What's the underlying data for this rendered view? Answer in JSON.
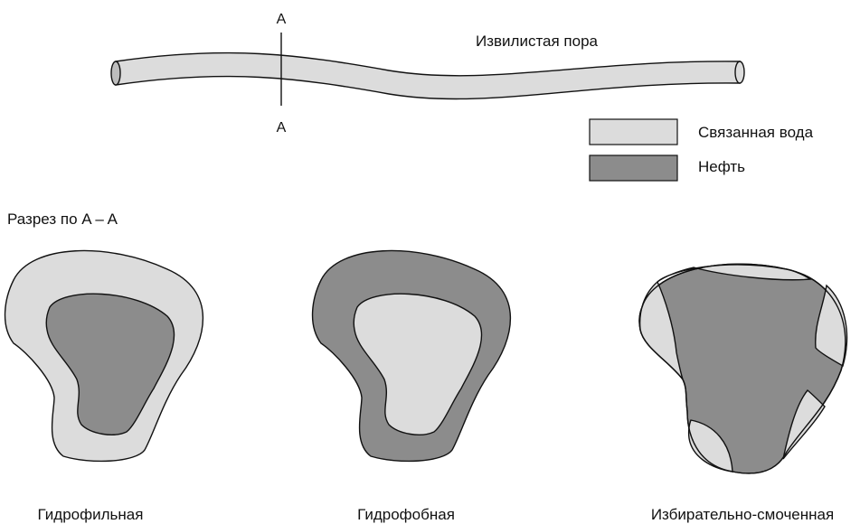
{
  "pore": {
    "title": "Извилистая пора",
    "section_mark_top": "A",
    "section_mark_bottom": "A"
  },
  "legend": {
    "items": [
      {
        "label": "Связанная вода",
        "color": "#dcdcdc"
      },
      {
        "label": "Нефть",
        "color": "#8c8c8c"
      }
    ]
  },
  "section": {
    "caption": "Разрез по A – A",
    "panels": [
      {
        "caption": "Гидрофильная"
      },
      {
        "caption": "Гидрофобная"
      },
      {
        "caption": "Избирательно-смоченная"
      }
    ]
  }
}
